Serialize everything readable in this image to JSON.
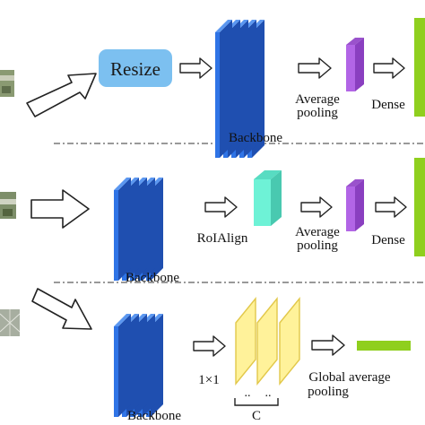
{
  "row1": {
    "resize_label": "Resize",
    "backbone_label": "Backbone",
    "pooling_label_line1": "Average",
    "pooling_label_line2": "pooling",
    "dense_label": "Dense"
  },
  "row2": {
    "backbone_label": "Backbone",
    "roialign_label": "RoIAlign",
    "pooling_label_line1": "Average",
    "pooling_label_line2": "pooling",
    "dense_label": "Dense"
  },
  "row3": {
    "backbone_label": "Backbone",
    "conv_label": "1×1",
    "dots_left": "..",
    "dots_right": "..",
    "channel_label": "C",
    "gap_label_line1": "Global average",
    "gap_label_line2": "pooling"
  },
  "colors": {
    "backbone_blue": "#2f74e6",
    "backbone_side": "#1f4fb0",
    "resize_box": "#7cc0f0",
    "roialign_cyan": "#6ef2d6",
    "pooling_purple": "#b265e6",
    "dense_green": "#8fcf1e",
    "feature_map_yellow": "#fff29a"
  }
}
